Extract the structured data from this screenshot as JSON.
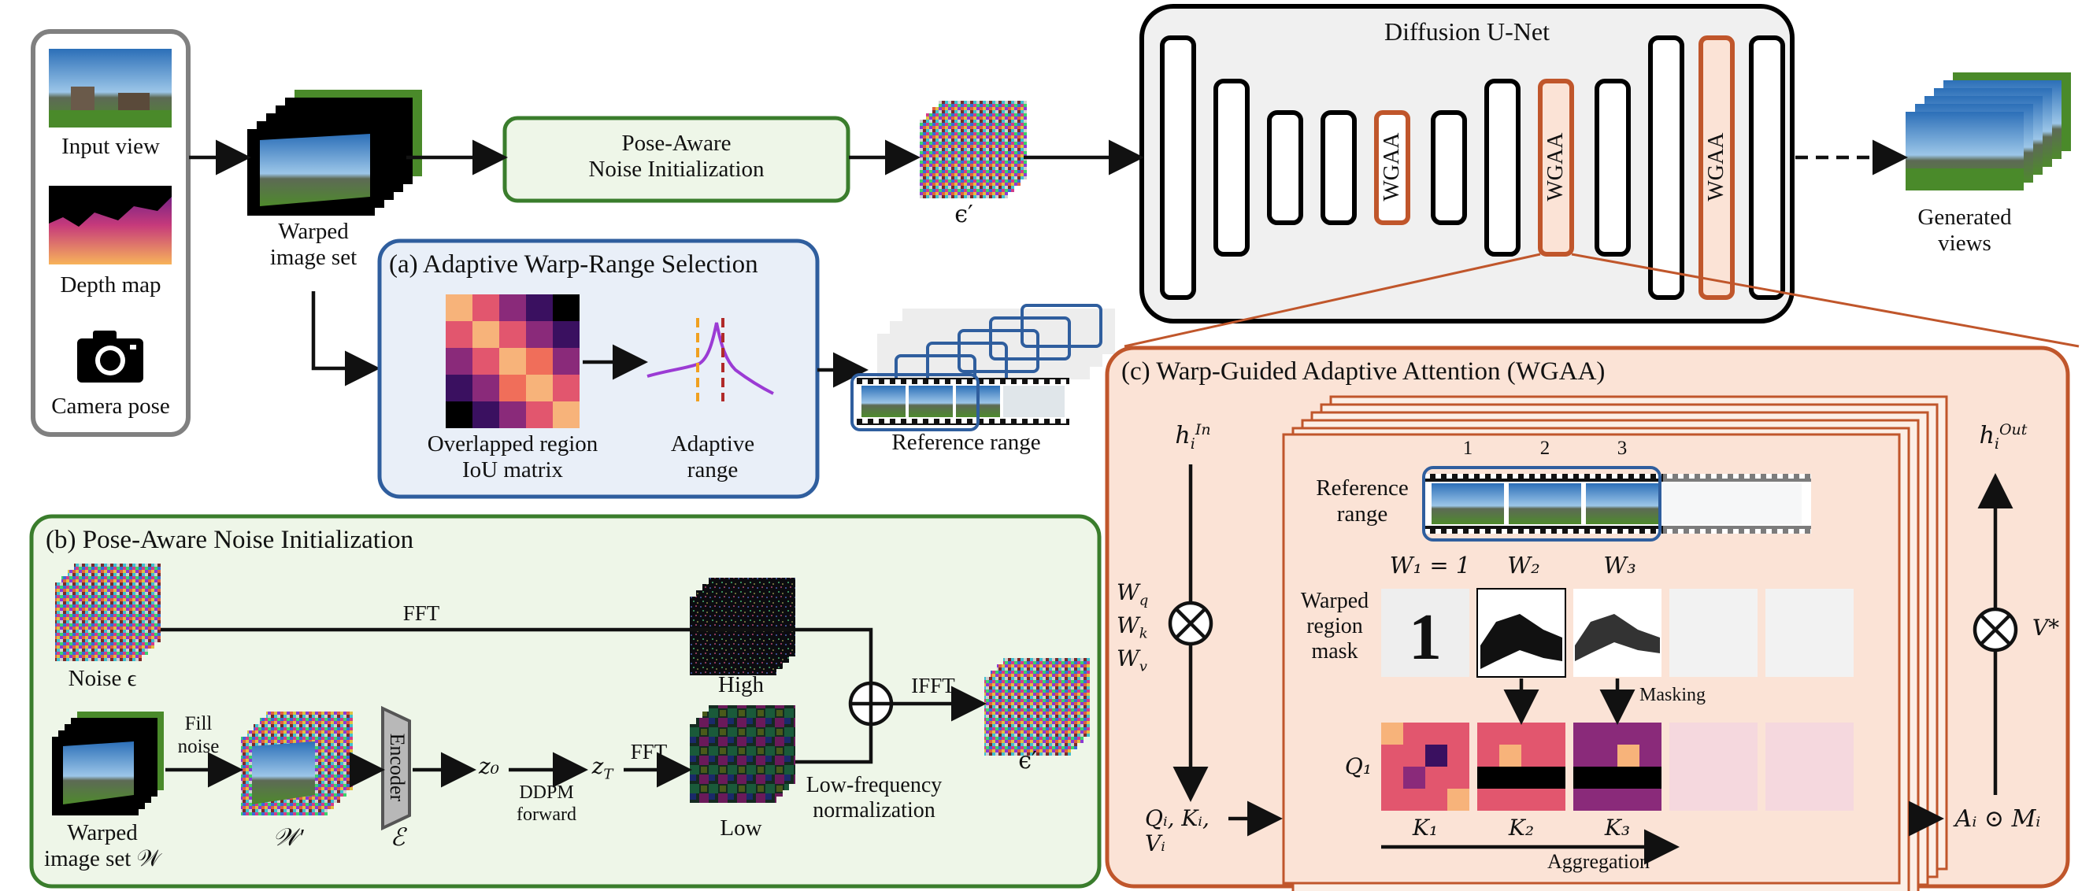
{
  "colors": {
    "green_border": "#3a7d2c",
    "green_fill": "#eef6e8",
    "blue_border": "#2f5e9e",
    "blue_fill": "#e9eff8",
    "orange_border": "#c0562b",
    "orange_fill": "#fbe3d6",
    "gray_border": "#808080",
    "unet_bg": "#f0f0f0"
  },
  "inputs": {
    "input_view": "Input view",
    "depth_map": "Depth map",
    "camera_pose": "Camera pose",
    "camera_icon": "camera-icon"
  },
  "warped": {
    "line1": "Warped",
    "line2": "image set"
  },
  "pani_box": {
    "line1": "Pose-Aware",
    "line2": "Noise Initialization"
  },
  "eps_prime": "ϵ′",
  "unet": {
    "title": "Diffusion U-Net",
    "wgaa": "WGAA"
  },
  "generated": {
    "line1": "Generated",
    "line2": "views"
  },
  "panel_a": {
    "title": "(a) Adaptive Warp-Range Selection",
    "matrix_l1": "Overlapped region",
    "matrix_l2": "IoU matrix",
    "adaptive_l1": "Adaptive",
    "adaptive_l2": "range",
    "reference": "Reference range"
  },
  "panel_b": {
    "title": "(b) Pose-Aware Noise Initialization",
    "noise": "Noise ϵ",
    "fft_top": "FFT",
    "high": "High",
    "fill_l1": "Fill",
    "fill_l2": "noise",
    "w_prime": "𝒲′",
    "encoder": "Encoder",
    "enc_sym": "ℰ",
    "z0": "z₀",
    "zT": "z",
    "zT_sub": "T",
    "ddpm_l1": "DDPM",
    "ddpm_l2": "forward",
    "fft_low": "FFT",
    "low": "Low",
    "ifft": "IFFT",
    "lowfreq_l1": "Low-frequency",
    "lowfreq_l2": "normalization",
    "warped_l1": "Warped",
    "warped_l2": "image set 𝒲",
    "eps_prime": "ϵ′"
  },
  "panel_c": {
    "title": "(c) Warp-Guided Adaptive Attention (WGAA)",
    "h_in": "h",
    "h_in_sub": "i",
    "h_in_sup": "In",
    "wq": "W",
    "wq_sub": "q",
    "wk": "W",
    "wk_sub": "k",
    "wv": "W",
    "wv_sub": "v",
    "qkv": "Qᵢ, Kᵢ, Vᵢ",
    "ref_l1": "Reference",
    "ref_l2": "range",
    "idx": [
      "1",
      "2",
      "3"
    ],
    "w_labels": [
      "W₁ = 1",
      "W₂",
      "W₃"
    ],
    "mask_l1": "Warped",
    "mask_l2": "region",
    "mask_l3": "mask",
    "mask_one": "1",
    "masking": "Masking",
    "q1": "Q₁",
    "k_labels": [
      "K₁",
      "K₂",
      "K₃"
    ],
    "aggregation": "Aggregation",
    "ai_mi": "Aᵢ ⊙ Mᵢ",
    "h_out": "h",
    "h_out_sub": "i",
    "h_out_sup": "Out",
    "v_star": "V*"
  }
}
